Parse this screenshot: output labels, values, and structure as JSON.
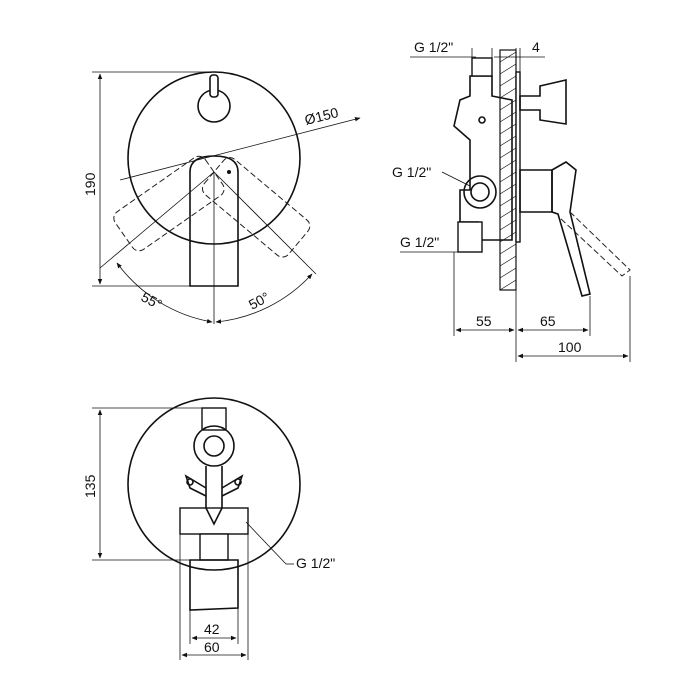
{
  "front_view": {
    "diameter": "Ø150",
    "height": "190",
    "angle_left": "55°",
    "angle_right": "50°"
  },
  "side_view": {
    "thread_top": "G 1/2\"",
    "wall_thickness": "4",
    "thread_middle": "G 1/2\"",
    "thread_bottom": "G 1/2\"",
    "depth_body": "55",
    "depth_handle": "65",
    "depth_total": "100"
  },
  "bottom_view": {
    "height": "135",
    "thread": "G 1/2\"",
    "width_inner": "42",
    "width_outer": "60"
  }
}
